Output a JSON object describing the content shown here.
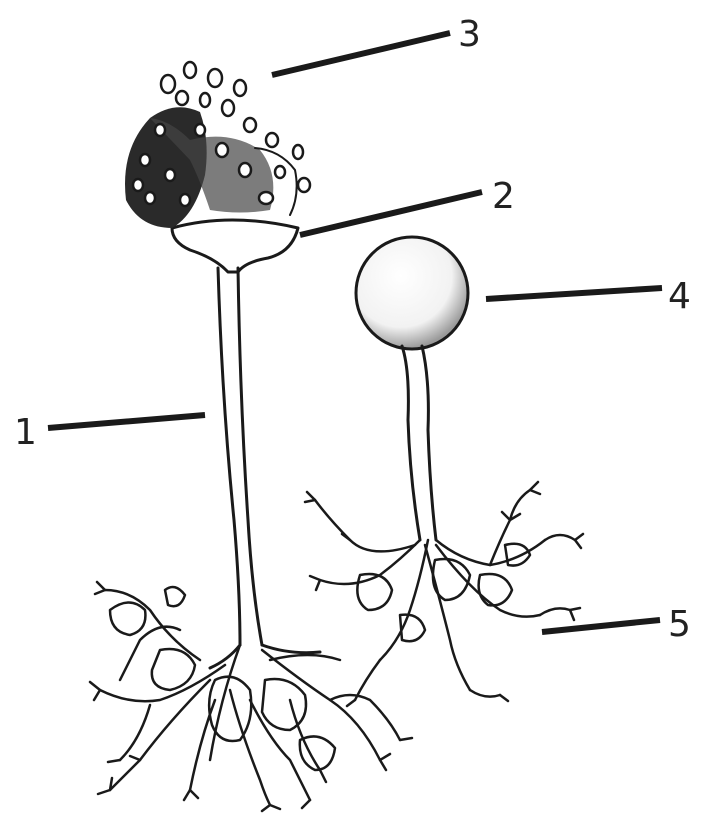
{
  "diagram": {
    "labels": [
      {
        "id": "sporangiophore",
        "text": "1"
      },
      {
        "id": "columella",
        "text": "2"
      },
      {
        "id": "spores",
        "text": "3"
      },
      {
        "id": "young-sporangium",
        "text": "4"
      },
      {
        "id": "rhizoids",
        "text": "5"
      }
    ],
    "colors": {
      "ink": "#1a1a1a",
      "background": "#ffffff"
    }
  }
}
